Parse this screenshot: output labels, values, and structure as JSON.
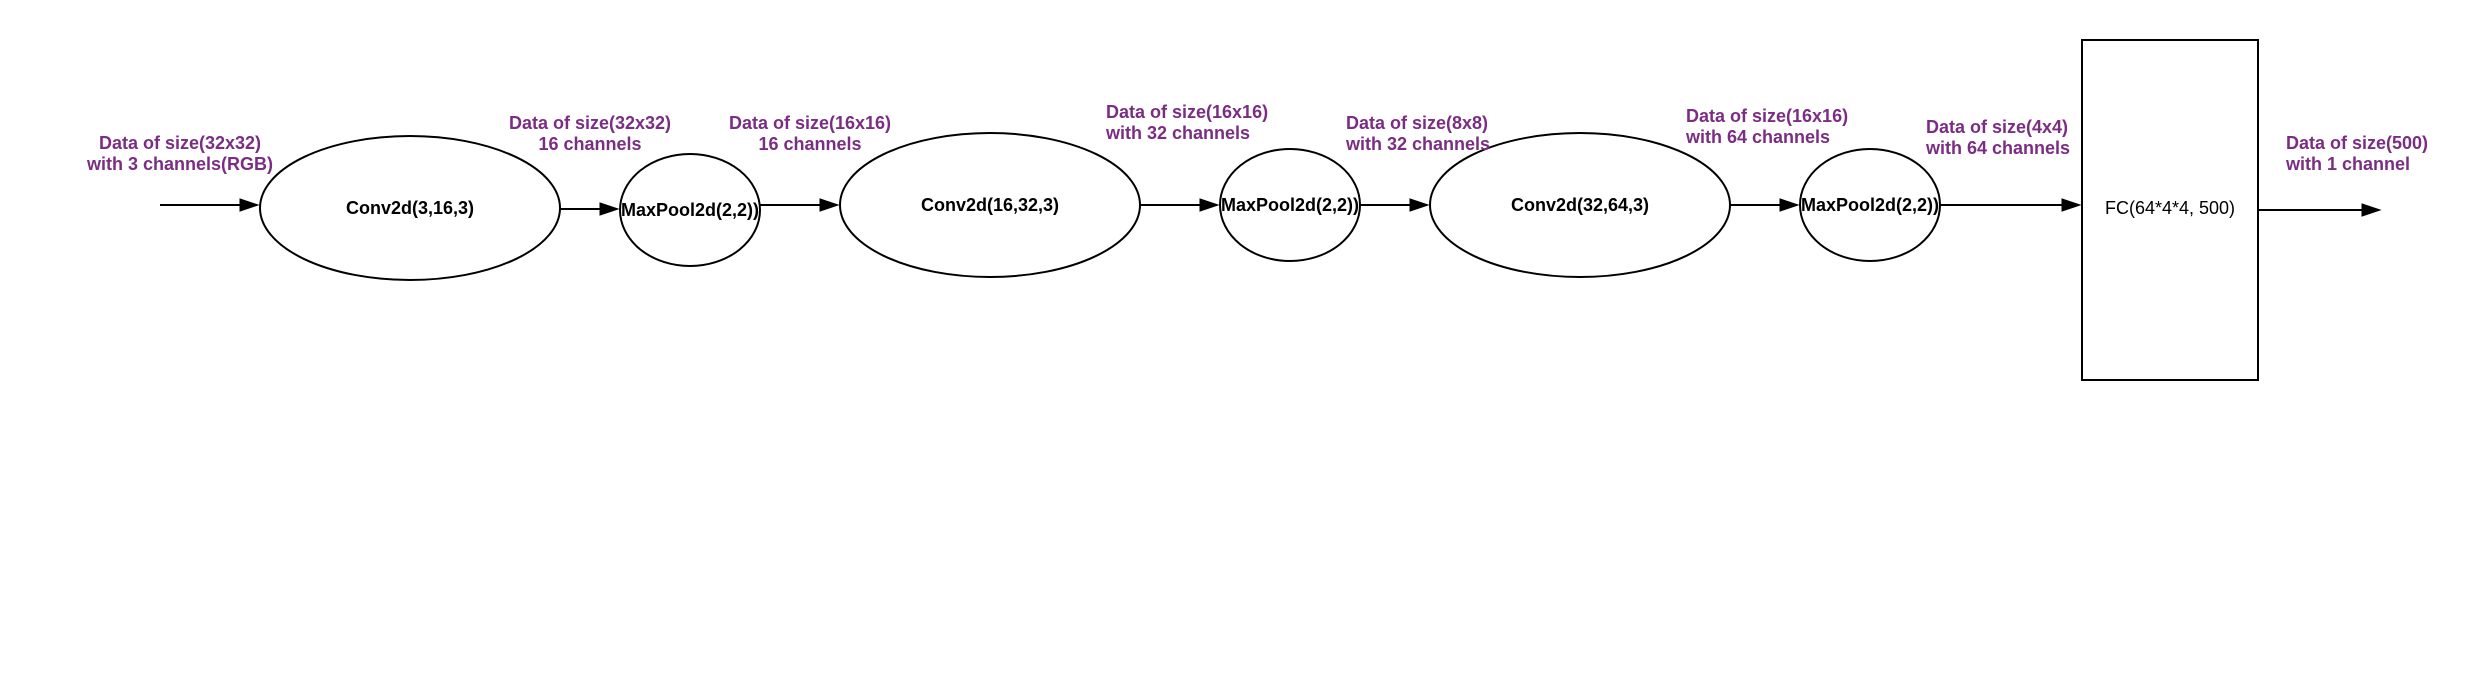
{
  "colors": {
    "annotation": "#7b2d83",
    "stroke": "#000000",
    "background": "#ffffff"
  },
  "nodes": [
    {
      "id": "conv1",
      "shape": "ellipse",
      "label": "Conv2d(3,16,3)"
    },
    {
      "id": "pool1",
      "shape": "ellipse",
      "label": "MaxPool2d(2,2))"
    },
    {
      "id": "conv2",
      "shape": "ellipse",
      "label": "Conv2d(16,32,3)"
    },
    {
      "id": "pool2",
      "shape": "ellipse",
      "label": "MaxPool2d(2,2))"
    },
    {
      "id": "conv3",
      "shape": "ellipse",
      "label": "Conv2d(32,64,3)"
    },
    {
      "id": "pool3",
      "shape": "ellipse",
      "label": "MaxPool2d(2,2))"
    },
    {
      "id": "fc",
      "shape": "rectangle",
      "label": "FC(64*4*4, 500)"
    }
  ],
  "edges": [
    {
      "id": "input-to-conv1",
      "from": "input",
      "to": "conv1",
      "label": [
        "Data of size(32x32)",
        "with 3 channels(RGB)"
      ]
    },
    {
      "id": "conv1-to-pool1",
      "from": "conv1",
      "to": "pool1",
      "label": [
        "Data of size(32x32)",
        "16 channels"
      ]
    },
    {
      "id": "pool1-to-conv2",
      "from": "pool1",
      "to": "conv2",
      "label": [
        "Data of size(16x16)",
        "16 channels"
      ]
    },
    {
      "id": "conv2-to-pool2",
      "from": "conv2",
      "to": "pool2",
      "label": [
        "Data of size(16x16)",
        "with 32 channels"
      ]
    },
    {
      "id": "pool2-to-conv3",
      "from": "pool2",
      "to": "conv3",
      "label": [
        "Data of size(8x8)",
        "with 32 channels"
      ]
    },
    {
      "id": "conv3-to-pool3",
      "from": "conv3",
      "to": "pool3",
      "label": [
        "Data of size(16x16)",
        "with 64 channels"
      ]
    },
    {
      "id": "pool3-to-fc",
      "from": "pool3",
      "to": "fc",
      "label": [
        "Data of size(4x4)",
        "with 64 channels"
      ]
    },
    {
      "id": "fc-to-output",
      "from": "fc",
      "to": "output",
      "label": [
        "Data of size(500)",
        "with 1 channel"
      ]
    }
  ]
}
